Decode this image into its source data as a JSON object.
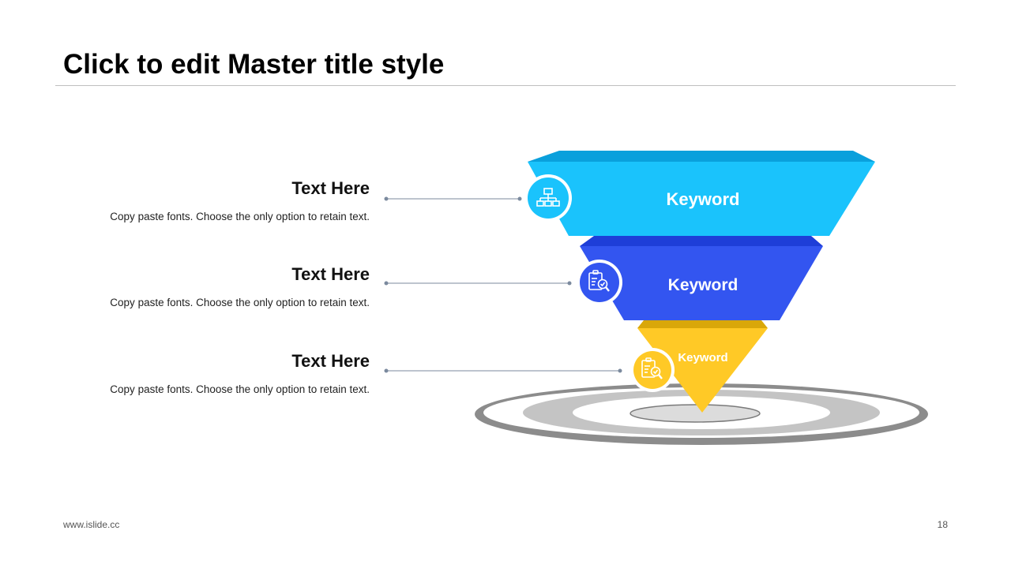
{
  "slide": {
    "title": "Click to edit Master title style",
    "footer_left": "www.islide.cc",
    "page_number": "18"
  },
  "items": [
    {
      "heading": "Text Here",
      "description": "Copy paste fonts. Choose the only option to retain text.",
      "keyword": "Keyword",
      "icon": "hierarchy-icon",
      "color": "#1ac3fc"
    },
    {
      "heading": "Text Here",
      "description": "Copy paste fonts. Choose the only option to retain text.",
      "keyword": "Keyword",
      "icon": "document-search-icon",
      "color": "#3355f0"
    },
    {
      "heading": "Text Here",
      "description": "Copy paste fonts. Choose the only option to retain text.",
      "keyword": "Keyword",
      "icon": "checklist-search-icon",
      "color": "#ffc926"
    }
  ]
}
